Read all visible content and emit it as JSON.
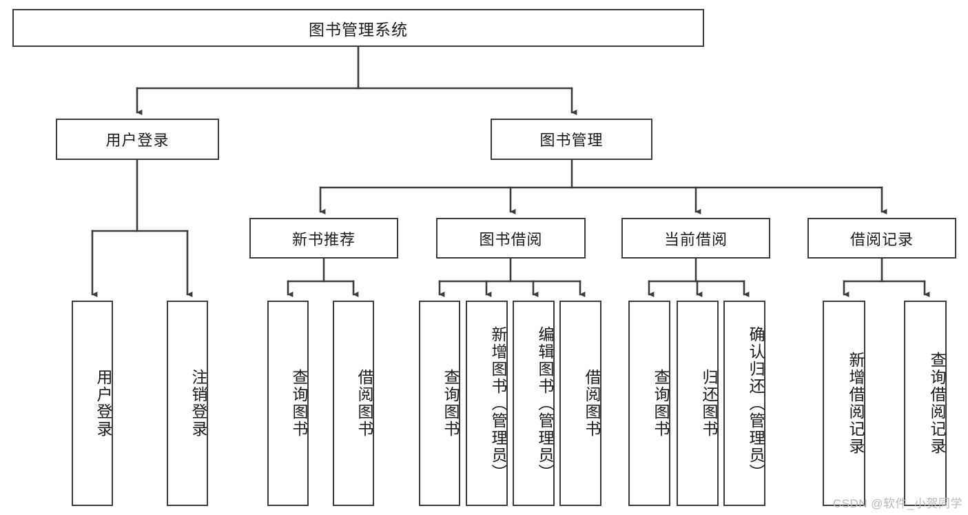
{
  "diagram": {
    "type": "tree-hierarchy-diagram",
    "title": "图书管理系统",
    "watermark": "CSDN @软件_小贺同学",
    "colors": {
      "stroke": "#3b3b3b",
      "box_fill": "#ffffff",
      "text": "#1a1a1a",
      "watermark": "#b9b9b9",
      "background": "#ffffff"
    },
    "levels": {
      "root": {
        "label": "图书管理系统"
      },
      "level2": [
        {
          "label": "用户登录"
        },
        {
          "label": "图书管理"
        }
      ],
      "level3": [
        {
          "label": "新书推荐"
        },
        {
          "label": "图书借阅"
        },
        {
          "label": "当前借阅"
        },
        {
          "label": "借阅记录"
        }
      ]
    },
    "leaves": {
      "user_login": [
        {
          "label": "用户登录"
        },
        {
          "label": "注销登录"
        }
      ],
      "new_book_recommend": [
        {
          "label": "查询图书"
        },
        {
          "label": "借阅图书"
        }
      ],
      "book_borrow": [
        {
          "label": "查询图书"
        },
        {
          "label": "新增图书（管理员）"
        },
        {
          "label": "编辑图书（管理员）"
        },
        {
          "label": "借阅图书"
        }
      ],
      "current_borrow": [
        {
          "label": "查询图书"
        },
        {
          "label": "归还图书"
        },
        {
          "label": "确认归还（管理员）"
        }
      ],
      "borrow_record": [
        {
          "label": "新增借阅记录"
        },
        {
          "label": "查询借阅记录"
        }
      ]
    }
  }
}
